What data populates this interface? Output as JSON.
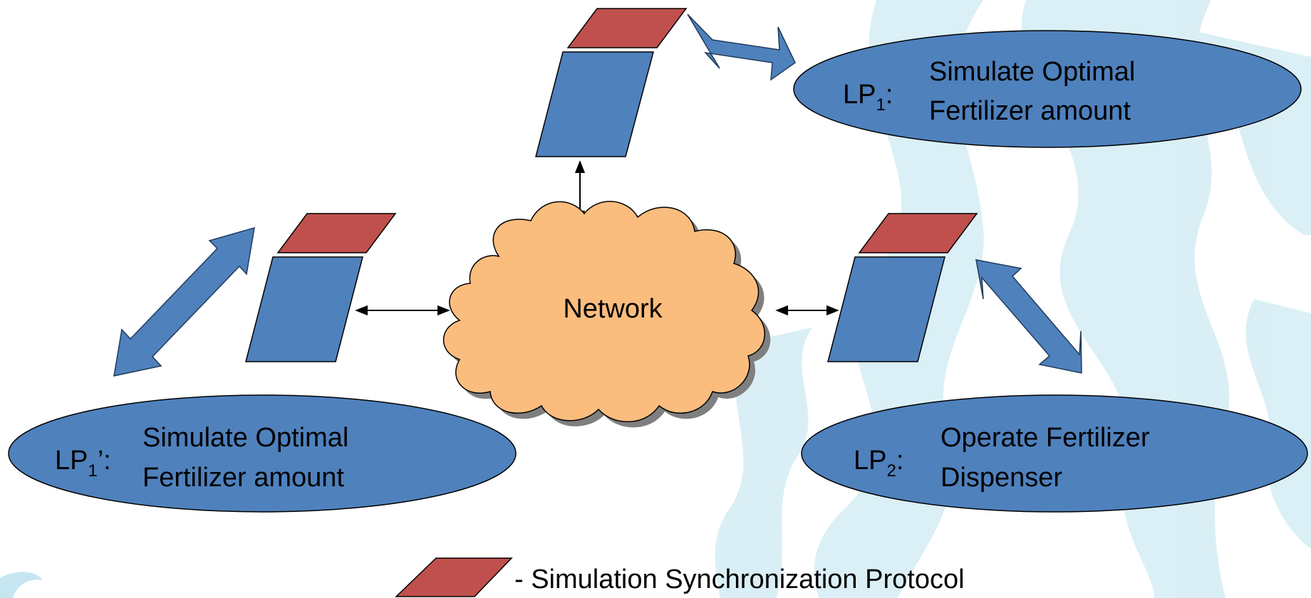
{
  "network": {
    "label": "Network"
  },
  "processes": [
    {
      "id": "lp1",
      "prefix": "LP",
      "sub": "1",
      "suffix": ":",
      "line1": "Simulate Optimal",
      "line2": "Fertilizer amount"
    },
    {
      "id": "lp1p",
      "prefix": "LP",
      "sub": "1",
      "suffix": "’:",
      "line1": "Simulate Optimal",
      "line2": "Fertilizer amount"
    },
    {
      "id": "lp2",
      "prefix": "LP",
      "sub": "2",
      "suffix": ":",
      "line1": "Operate Fertilizer",
      "line2": "Dispenser"
    }
  ],
  "legend": {
    "text": "- Simulation Synchronization Protocol"
  },
  "colors": {
    "protocol": "#c0504d",
    "node": "#4f81bd",
    "ellipse": "#4f81bd",
    "cloud": "#fbbd7e",
    "arrow": "#4f81bd",
    "background_swirl": "#d6eef5"
  }
}
